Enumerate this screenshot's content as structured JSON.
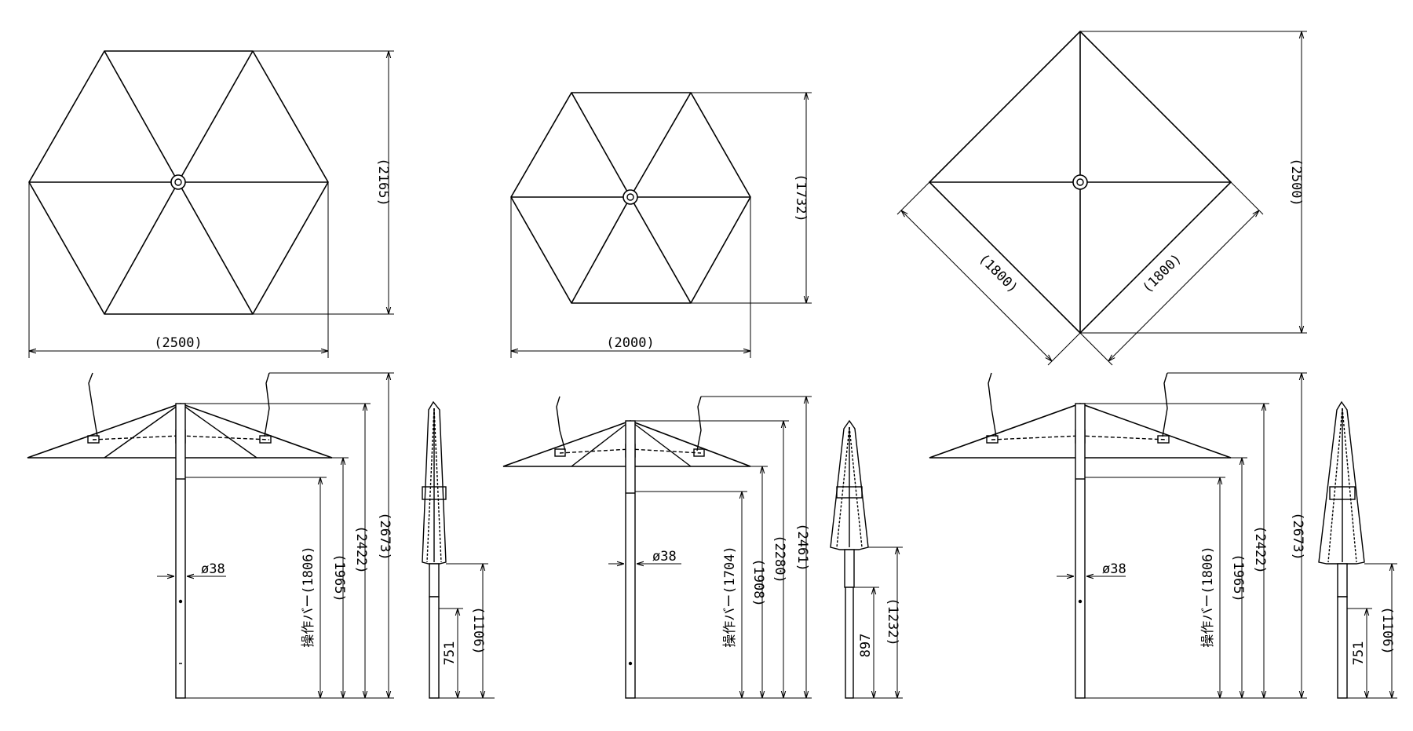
{
  "colors": {
    "line": "#000000",
    "background": "#ffffff",
    "hidden_line": "#444444"
  },
  "top_views": {
    "hexagon_large": {
      "width": "(2500)",
      "height": "(2165)"
    },
    "hexagon_small": {
      "width": "(2000)",
      "height": "(1732)"
    },
    "square": {
      "side_a": "(1800)",
      "side_b": "(1800)",
      "diagonal": "(2500)"
    }
  },
  "side_views": {
    "umbrella_large": {
      "pole_dia": "ø38",
      "bar_height": "操作バー(1806)",
      "canopy_edge": "(1965)",
      "hub": "(2422)",
      "top": "(2673)"
    },
    "closed_large": {
      "handle": "751",
      "tip": "(1106)"
    },
    "umbrella_small": {
      "pole_dia": "ø38",
      "bar_height": "操作バー(1704)",
      "canopy_edge": "(1908)",
      "hub": "(2280)",
      "top": "(2461)"
    },
    "closed_small": {
      "handle": "897",
      "tip": "(1232)"
    },
    "umbrella_square": {
      "pole_dia": "ø38",
      "bar_height": "操作バー(1806)",
      "canopy_edge": "(1965)",
      "hub": "(2422)",
      "top": "(2673)"
    },
    "closed_square": {
      "handle": "751",
      "tip": "(1106)"
    }
  }
}
